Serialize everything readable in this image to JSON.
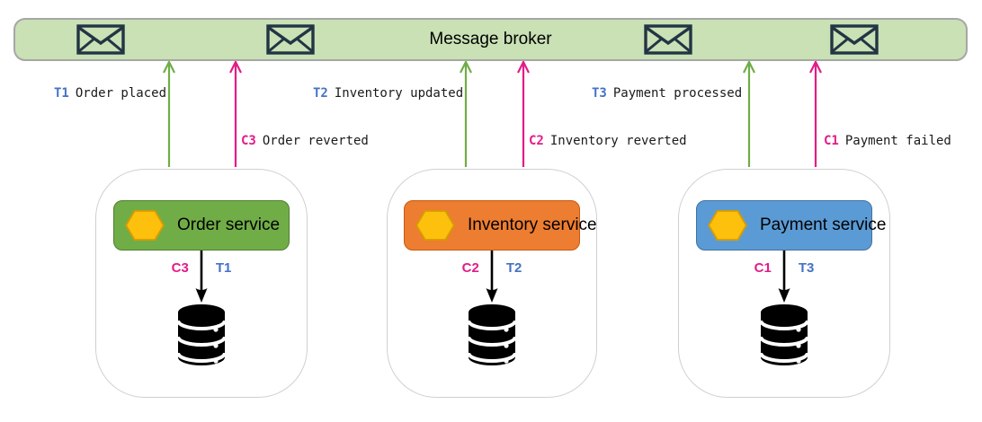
{
  "broker": {
    "title": "Message broker",
    "fill_color": "#c9e1b5",
    "border_color": "#a6a6a6",
    "envelope_icon_color": "#233544",
    "envelope_count": 4
  },
  "colors": {
    "transaction_green": "#70ad47",
    "compensation_pink": "#e31c88",
    "transaction_id_blue": "#4472c4",
    "database_black": "#000000",
    "hexagon_fill": "#fcc00d",
    "hexagon_border": "#d79b00"
  },
  "flows": {
    "up": [
      {
        "id": "T1",
        "label": "Order placed",
        "type": "transaction"
      },
      {
        "id": "C3",
        "label": "Order reverted",
        "type": "compensation"
      },
      {
        "id": "T2",
        "label": "Inventory updated",
        "type": "transaction"
      },
      {
        "id": "C2",
        "label": "Inventory reverted",
        "type": "compensation"
      },
      {
        "id": "T3",
        "label": "Payment processed",
        "type": "transaction"
      },
      {
        "id": "C1",
        "label": "Payment failed",
        "type": "compensation"
      }
    ]
  },
  "services": [
    {
      "name": "Order service",
      "fill": "#70ad47",
      "border": "#507e32",
      "compensation_id": "C3",
      "transaction_id": "T1"
    },
    {
      "name": "Inventory service",
      "fill": "#ed7d31",
      "border": "#c55a11",
      "compensation_id": "C2",
      "transaction_id": "T2"
    },
    {
      "name": "Payment service",
      "fill": "#5b9bd5",
      "border": "#41719c",
      "compensation_id": "C1",
      "transaction_id": "T3"
    }
  ]
}
